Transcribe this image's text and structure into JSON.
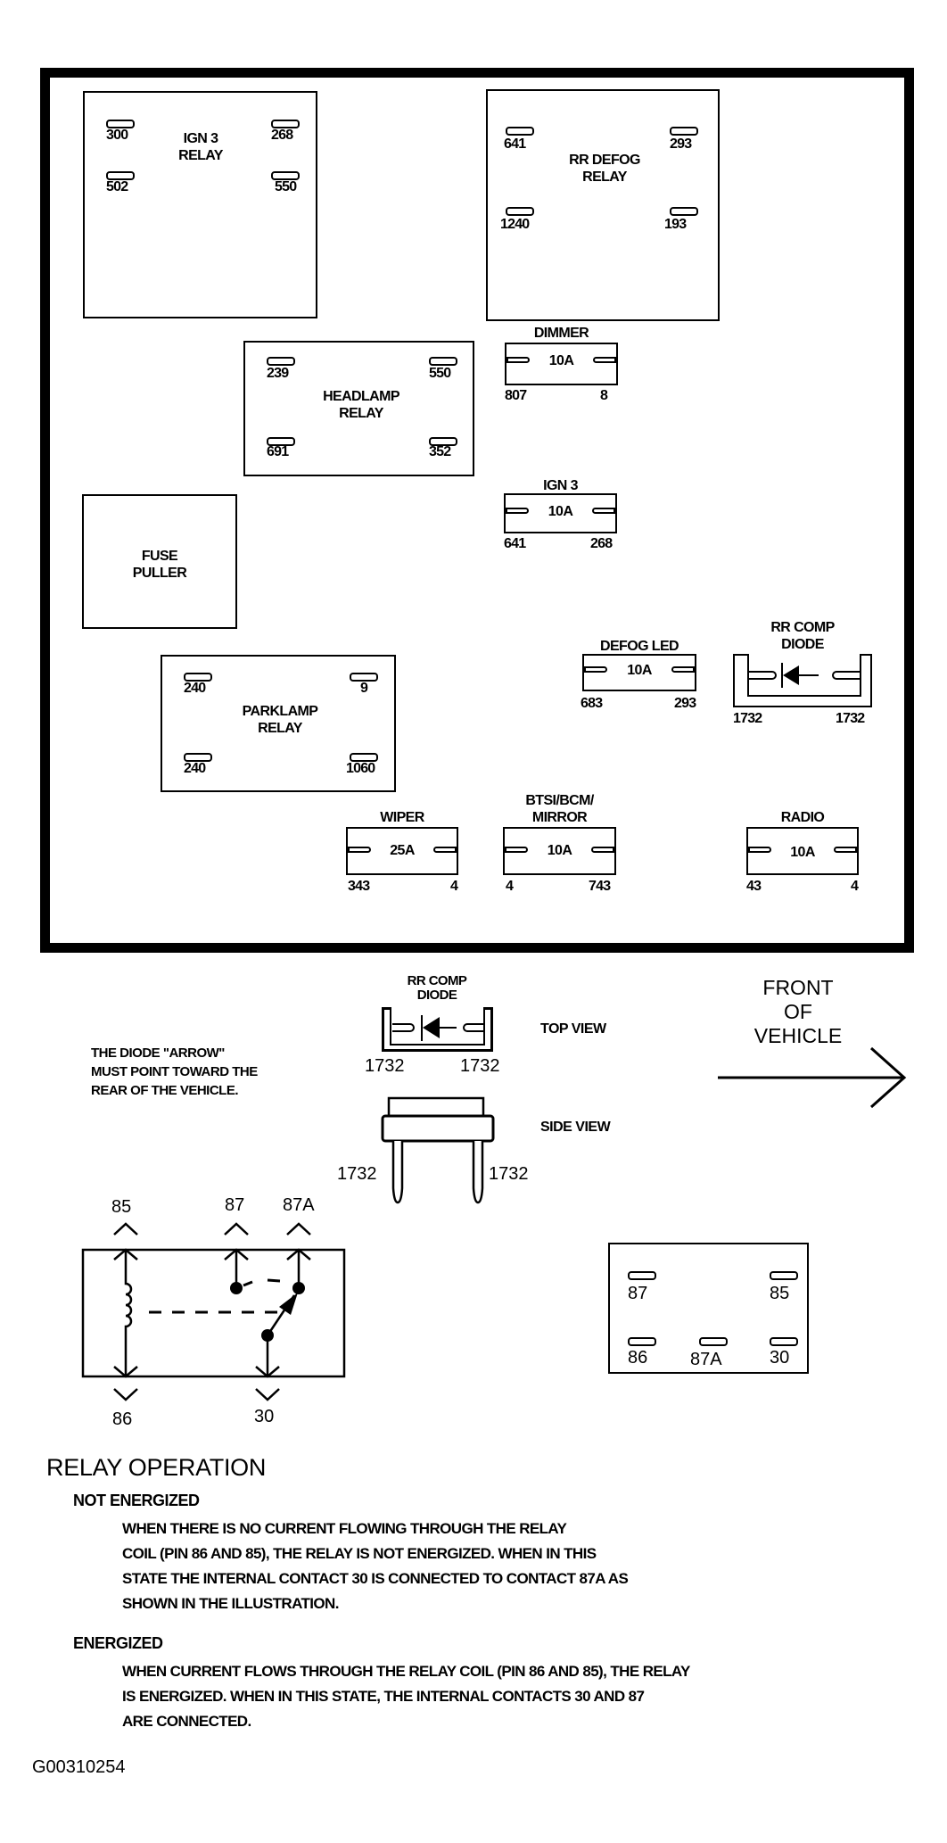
{
  "fuse_box": {
    "relays": [
      {
        "name": "IGN 3 RELAY",
        "line1": "IGN 3",
        "line2": "RELAY",
        "pins": {
          "tl": "300",
          "tr": "268",
          "bl": "502",
          "br": "550"
        }
      },
      {
        "name": "RR DEFOG RELAY",
        "line1": "RR DEFOG",
        "line2": "RELAY",
        "pins": {
          "tl": "641",
          "tr": "293",
          "bl": "1240",
          "br": "193"
        }
      },
      {
        "name": "HEADLAMP RELAY",
        "line1": "HEADLAMP",
        "line2": "RELAY",
        "pins": {
          "tl": "239",
          "tr": "550",
          "bl": "691",
          "br": "352"
        }
      },
      {
        "name": "PARKLAMP RELAY",
        "line1": "PARKLAMP",
        "line2": "RELAY",
        "pins": {
          "tl": "240",
          "tr": "9",
          "bl": "240",
          "br": "1060"
        }
      }
    ],
    "fuse_puller": {
      "line1": "FUSE",
      "line2": "PULLER"
    },
    "fuses": [
      {
        "label": "DIMMER",
        "rating": "10A",
        "pin_left": "807",
        "pin_right": "8"
      },
      {
        "label": "IGN 3",
        "rating": "10A",
        "pin_left": "641",
        "pin_right": "268"
      },
      {
        "label": "DEFOG LED",
        "rating": "10A",
        "pin_left": "683",
        "pin_right": "293"
      },
      {
        "label": "WIPER",
        "rating": "25A",
        "pin_left": "343",
        "pin_right": "4"
      },
      {
        "label_line1": "BTSI/BCM/",
        "label_line2": "MIRROR",
        "rating": "10A",
        "pin_left": "4",
        "pin_right": "743"
      },
      {
        "label": "RADIO",
        "rating": "10A",
        "pin_left": "43",
        "pin_right": "4"
      }
    ],
    "diode": {
      "line1": "RR COMP",
      "line2": "DIODE",
      "pin_left": "1732",
      "pin_right": "1732"
    }
  },
  "diode_detail": {
    "title_line1": "RR COMP",
    "title_line2": "DIODE",
    "top_view_label": "TOP VIEW",
    "side_view_label": "SIDE VIEW",
    "top_pin_left": "1732",
    "top_pin_right": "1732",
    "side_pin_left": "1732",
    "side_pin_right": "1732",
    "note_lines": [
      "THE DIODE \"ARROW\"",
      "MUST POINT TOWARD THE",
      "REAR OF THE VEHICLE."
    ]
  },
  "orientation": {
    "line1": "FRONT",
    "line2": "OF",
    "line3": "VEHICLE"
  },
  "relay_schematic": {
    "pin_85": "85",
    "pin_87": "87",
    "pin_87a": "87A",
    "pin_86": "86",
    "pin_30": "30"
  },
  "relay_pinout": {
    "top_left": "87",
    "top_right": "85",
    "bottom_left": "86",
    "bottom_middle": "87A",
    "bottom_right": "30"
  },
  "relay_operation": {
    "title": "RELAY OPERATION",
    "not_energized": {
      "heading": "NOT ENERGIZED",
      "lines": [
        "WHEN THERE IS NO CURRENT FLOWING THROUGH THE RELAY",
        "COIL (PIN 86 AND 85), THE RELAY IS NOT ENERGIZED.  WHEN IN THIS",
        "STATE THE INTERNAL CONTACT 30 IS CONNECTED TO CONTACT 87A AS",
        "SHOWN IN THE ILLUSTRATION."
      ]
    },
    "energized": {
      "heading": "ENERGIZED",
      "lines": [
        "WHEN CURRENT FLOWS THROUGH THE RELAY COIL (PIN 86 AND 85), THE RELAY",
        "IS ENERGIZED.  WHEN IN THIS STATE, THE INTERNAL CONTACTS 30 AND 87",
        "ARE CONNECTED."
      ]
    }
  },
  "figure_id": "G00310254"
}
